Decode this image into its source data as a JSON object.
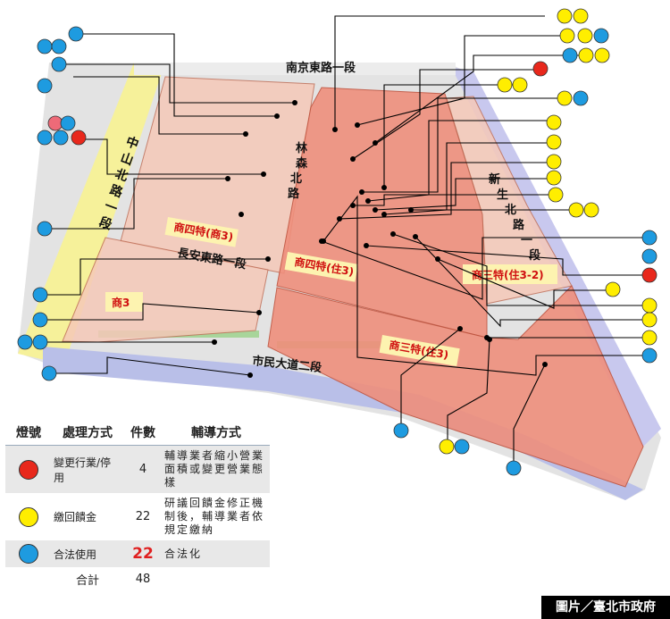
{
  "map": {
    "streets": {
      "nanjing": "南京東路一段",
      "zhongshan": [
        "中",
        "山",
        "北",
        "路",
        "一",
        "段"
      ],
      "linsen": [
        "林",
        "森",
        "北",
        "路"
      ],
      "changan": "長安東路一段",
      "shimin": "市民大道二段",
      "xinsheng": [
        "新",
        "生",
        "北",
        "路",
        "一",
        "段"
      ]
    },
    "zones": {
      "z1": "商四特(商3)",
      "z2": "商四特(住3)",
      "z3": "商三特(住3-2)",
      "z4": "商3",
      "z5": "商三特(住3)"
    },
    "colors": {
      "red": "#e8281c",
      "yellow": "#ffee00",
      "blue": "#1e9be0",
      "pink": "#ee6a78"
    }
  },
  "legend": {
    "headers": {
      "code": "燈號",
      "method": "處理方式",
      "count": "件數",
      "guide": "輔導方式"
    },
    "rows": [
      {
        "color": "red",
        "method": "變更行業/停用",
        "count": "4",
        "guide": "輔導業者縮小營業面積或變更營業態樣"
      },
      {
        "color": "yellow",
        "method": "繳回饋金",
        "count": "22",
        "guide": "研議回饋金修正機制後，輔導業者依規定繳納"
      },
      {
        "color": "blue",
        "method": "合法使用",
        "count": "22",
        "guide": "合法化"
      }
    ],
    "total_label": "合計",
    "total": "48"
  },
  "credit": "圖片／臺北市政府"
}
